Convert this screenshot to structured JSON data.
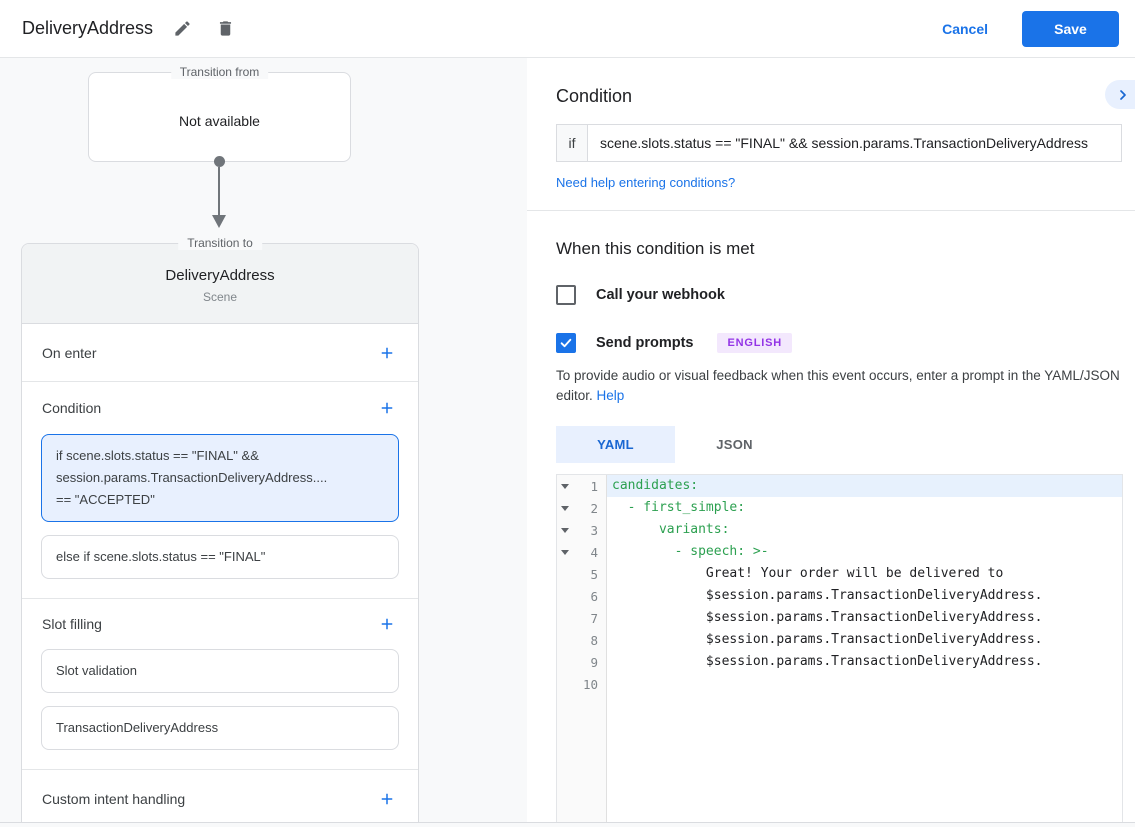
{
  "colors": {
    "accent": "#1a73e8",
    "yaml_key_green": "#2ca050",
    "badge_purple": "#9334e6",
    "selected_bg": "#e8f0fe"
  },
  "header": {
    "title": "DeliveryAddress",
    "cancel_label": "Cancel",
    "save_label": "Save"
  },
  "flow": {
    "transition_from": {
      "label": "Transition from",
      "value": "Not available"
    },
    "transition_to": {
      "label": "Transition to",
      "name": "DeliveryAddress",
      "type": "Scene"
    },
    "sections": {
      "on_enter": "On enter",
      "condition": "Condition",
      "slot_filling": "Slot filling",
      "custom_intent": "Custom intent handling"
    },
    "condition_cards": [
      {
        "text": "if scene.slots.status == \"FINAL\" &&\nsession.params.TransactionDeliveryAddress....\n== \"ACCEPTED\""
      },
      {
        "text": "else if scene.slots.status == \"FINAL\""
      }
    ],
    "slot_cards": [
      {
        "text": "Slot validation"
      },
      {
        "text": "TransactionDeliveryAddress"
      }
    ]
  },
  "condition_panel": {
    "title": "Condition",
    "if_label": "if",
    "expression": "scene.slots.status == \"FINAL\" && session.params.TransactionDeliveryAddress",
    "help_link": "Need help entering conditions?"
  },
  "when_met": {
    "title": "When this condition is met",
    "webhook_label": "Call your webhook",
    "prompts_label": "Send prompts",
    "language_badge": "ENGLISH",
    "description": "To provide audio or visual feedback when this event occurs, enter a prompt in the YAML/JSON editor.",
    "help_label": "Help",
    "tabs": [
      {
        "label": "YAML"
      },
      {
        "label": "JSON"
      }
    ]
  },
  "editor": {
    "lines": [
      {
        "num": "1",
        "text": "candidates:"
      },
      {
        "num": "2",
        "text": "  - first_simple:"
      },
      {
        "num": "3",
        "text": "      variants:"
      },
      {
        "num": "4",
        "text": "        - speech: >-"
      },
      {
        "num": "5",
        "text": "            Great! Your order will be delivered to"
      },
      {
        "num": "6",
        "text": "            $session.params.TransactionDeliveryAddress."
      },
      {
        "num": "7",
        "text": "            $session.params.TransactionDeliveryAddress."
      },
      {
        "num": "8",
        "text": "            $session.params.TransactionDeliveryAddress."
      },
      {
        "num": "9",
        "text": "            $session.params.TransactionDeliveryAddress."
      },
      {
        "num": "10",
        "text": ""
      }
    ]
  }
}
